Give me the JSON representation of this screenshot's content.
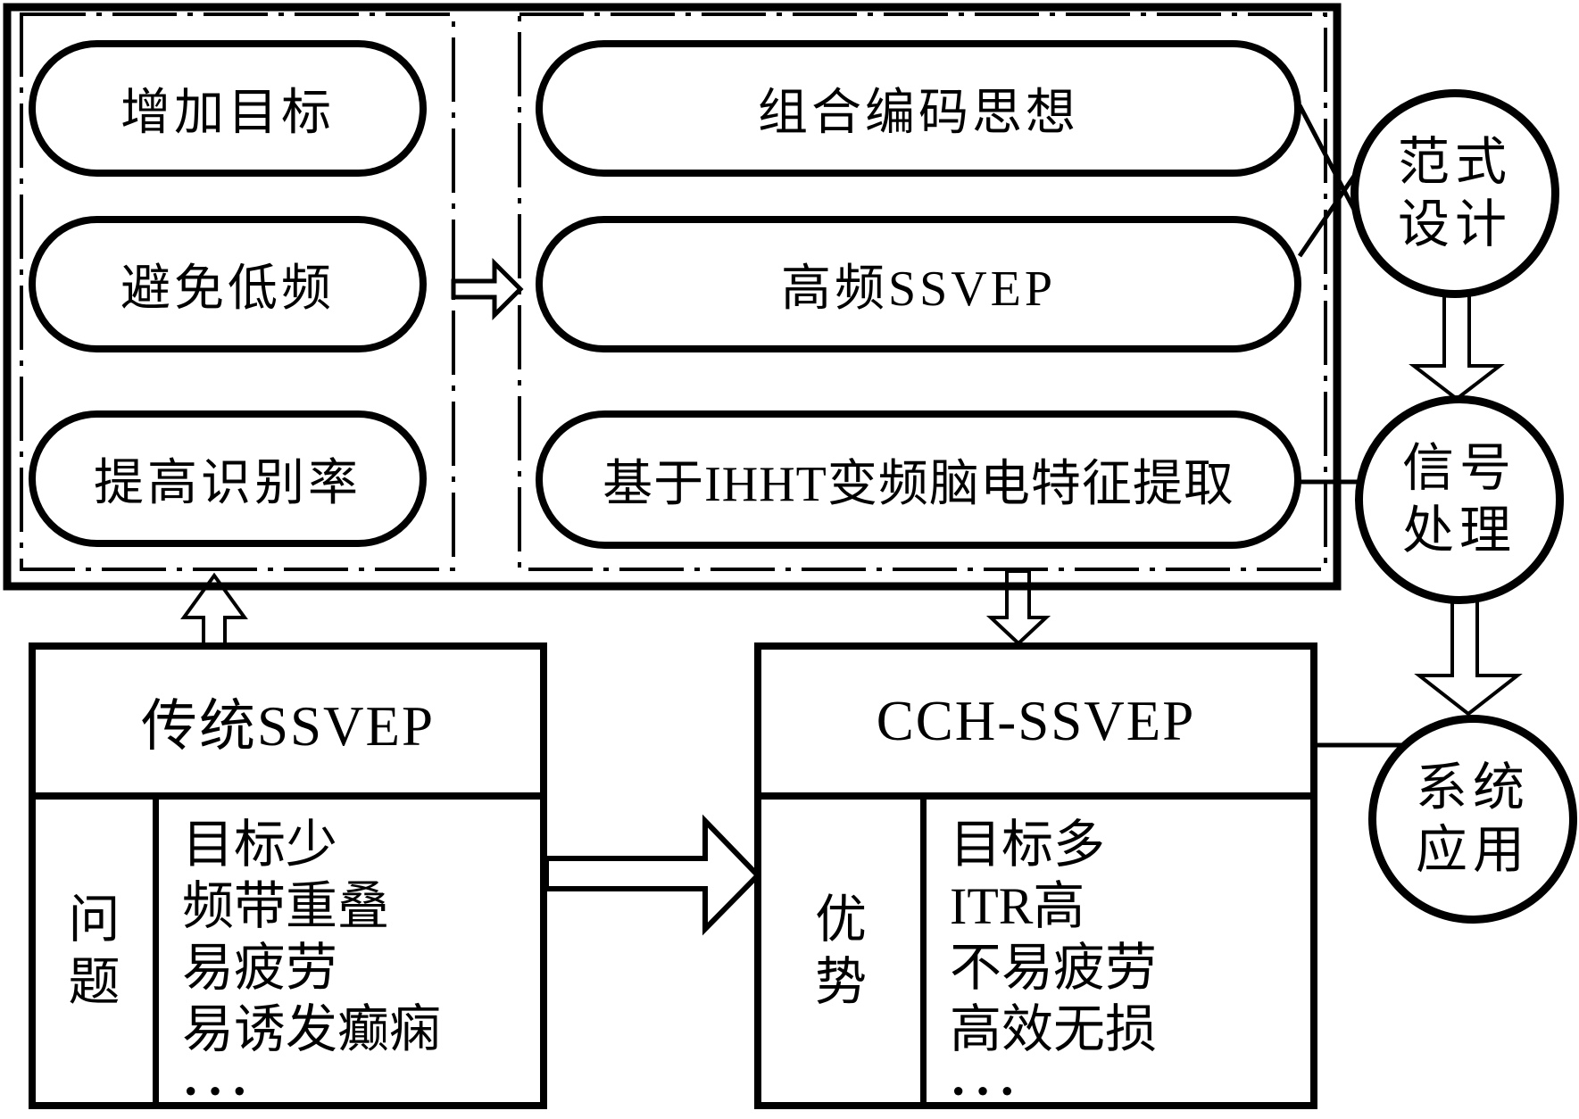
{
  "diagram": {
    "background": "#ffffff",
    "ink": "#000000",
    "top_left_panel": {
      "items": [
        "增加目标",
        "避免低频",
        "提高识别率"
      ]
    },
    "top_right_panel": {
      "items": [
        "组合编码思想",
        "高频SSVEP",
        "基于IHHT变频脑电特征提取"
      ]
    },
    "stage_circles": [
      "范式设计",
      "信号处理",
      "系统应用"
    ],
    "traditional_box": {
      "title": "传统SSVEP",
      "row_label": "问题",
      "items": [
        "目标少",
        "频带重叠",
        "易疲劳",
        "易诱发癫痫",
        "···"
      ]
    },
    "cch_box": {
      "title": "CCH-SSVEP",
      "row_label": "优势",
      "items": [
        "目标多",
        "ITR高",
        "不易疲劳",
        "高效无损",
        "···"
      ]
    }
  }
}
